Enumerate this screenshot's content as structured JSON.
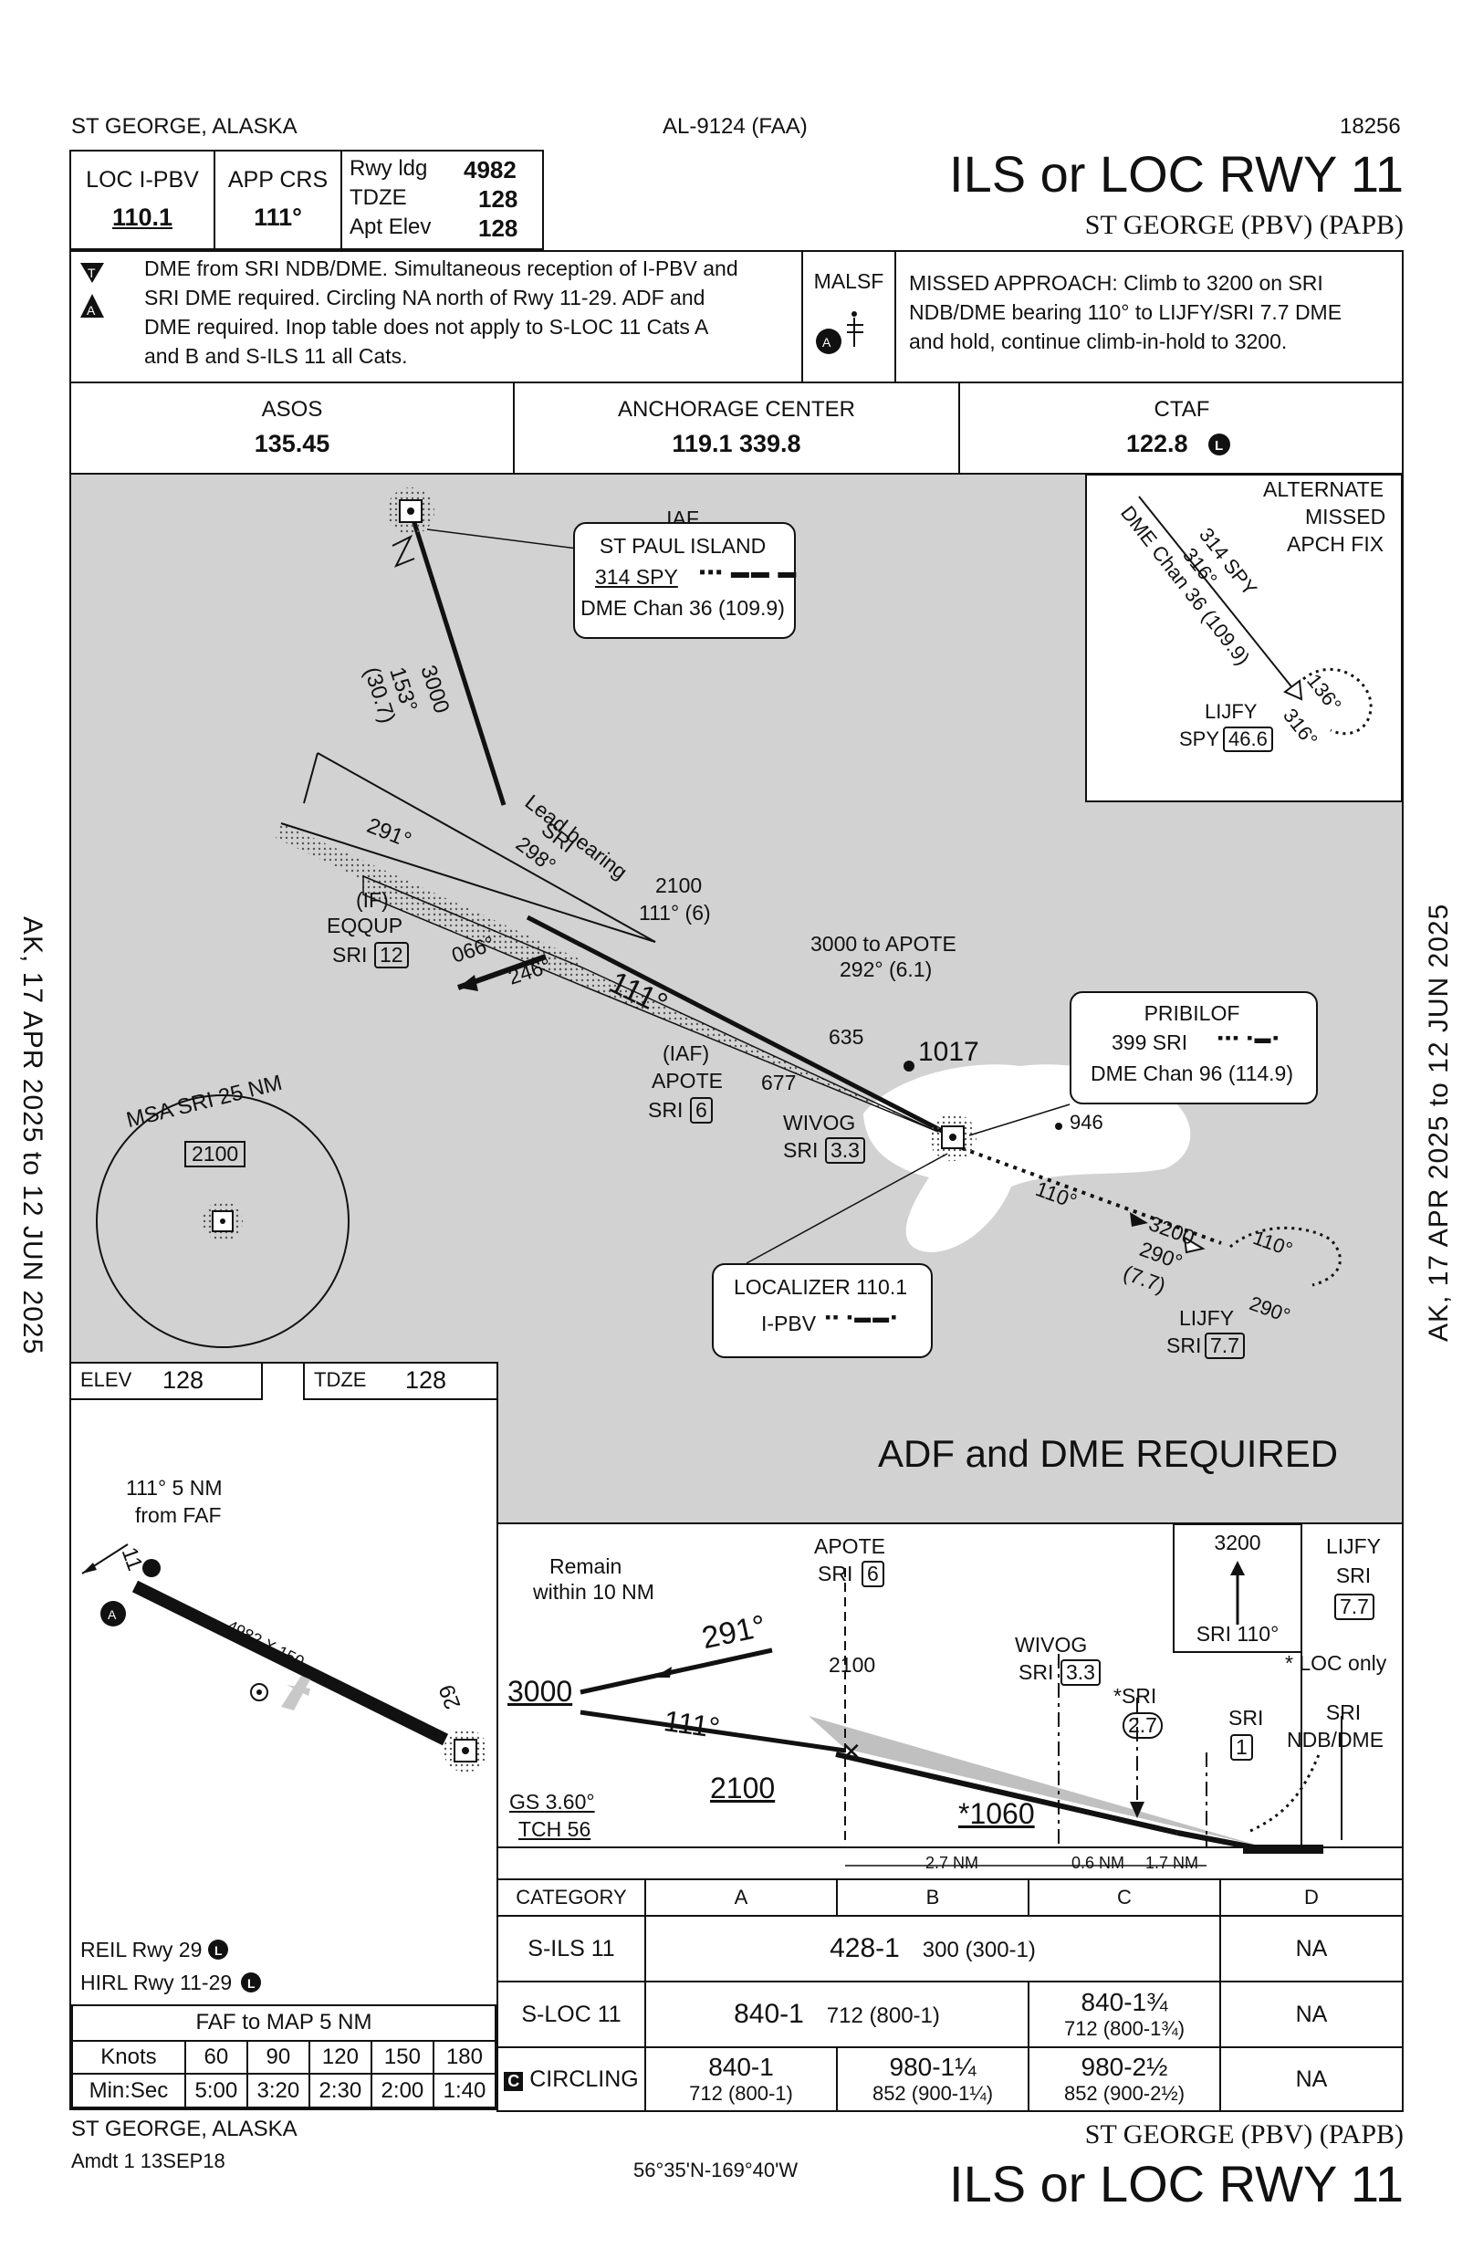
{
  "header": {
    "location": "ST GEORGE, ALASKA",
    "chart_id": "AL-9124 (FAA)",
    "cycle": "18256",
    "title": "ILS or LOC RWY 11",
    "airport_line": "ST GEORGE (PBV) (PAPB)"
  },
  "briefing": {
    "loc_label": "LOC  I-PBV",
    "loc_freq": "110.1",
    "app_crs_label": "APP CRS",
    "app_crs": "111°",
    "rwy_ldg_label": "Rwy ldg",
    "rwy_ldg": "4982",
    "tdze_label": "TDZE",
    "tdze": "128",
    "apt_elev_label": "Apt Elev",
    "apt_elev": "128",
    "notes_line1": "DME from SRI NDB/DME. Simultaneous reception of I-PBV and",
    "notes_line2": "SRI DME required.  Circling NA north of Rwy 11-29.  ADF and",
    "notes_line3": "DME required.  Inop table does not apply to S-LOC 11 Cats A",
    "notes_line4": "and B and S-ILS 11 all Cats.",
    "lighting": "MALSF",
    "missed_line1": "MISSED APPROACH:  Climb to 3200 on SRI",
    "missed_line2": "NDB/DME bearing 110° to LIJFY/SRI 7.7 DME",
    "missed_line3": "and hold, continue climb-in-hold to 3200."
  },
  "comms": {
    "asos_label": "ASOS",
    "asos": "135.45",
    "center_label": "ANCHORAGE CENTER",
    "center": "119.1   339.8",
    "ctaf_label": "CTAF",
    "ctaf": "122.8"
  },
  "plan_view": {
    "iaf_label": "IAF",
    "spy_name": "ST PAUL ISLAND",
    "spy_freq": "314 SPY",
    "spy_dme": "DME Chan 36 (109.9)",
    "route_alt": "3000",
    "route_crs": "153°",
    "route_dist": "(30.7)",
    "lead_bearing": "Lead bearing",
    "lead_sri": "SRI",
    "lead_deg": "298°",
    "proc_turn_out": "291°",
    "proc_turn_in1": "066°",
    "proc_turn_in2": "246°",
    "if_label": "(IF)",
    "eqqup": "EQQUP",
    "eqqup_sri": "SRI",
    "eqqup_dme": "12",
    "seg_alt": "2100",
    "seg_crs": "111° (6)",
    "final_crs": "111°",
    "iaf2_label": "(IAF)",
    "apote": "APOTE",
    "apote_sri": "SRI",
    "apote_dme": "6",
    "apote_route1": "3000 to APOTE",
    "apote_route2": "292° (6.1)",
    "obst_635": "635",
    "obst_677": "677",
    "obst_1017": "1017",
    "obst_946": "946",
    "wivog": "WIVOG",
    "wivog_sri": "SRI",
    "wivog_dme": "3.3",
    "pribilof": "PRIBILOF",
    "pribilof_freq": "399  SRI",
    "pribilof_dme": "DME Chan 96 (114.9)",
    "ma_crs": "110°",
    "hold_alt": "3200",
    "hold_crs": "290°",
    "hold_dist": "(7.7)",
    "hold_in": "110°",
    "hold_out": "290°",
    "lijfy": "LIJFY",
    "lijfy_sri": "SRI",
    "lijfy_dme": "7.7",
    "localizer_label": "LOCALIZER  110.1",
    "localizer_id": "I-PBV",
    "msa_label": "MSA SRI 25 NM",
    "msa_alt": "2100",
    "required": "ADF and DME REQUIRED",
    "alt_missed1": "ALTERNATE",
    "alt_missed2": "MISSED",
    "alt_missed3": "APCH FIX",
    "alt_spy": "314 SPY",
    "alt_crs1": "316°",
    "alt_dme": "DME Chan 36 (109.9)",
    "alt_hold1": "136°",
    "alt_hold2": "316°",
    "alt_lijfy": "LIJFY",
    "alt_lijfy_spy": "SPY",
    "alt_lijfy_dme": "46.6"
  },
  "airport_diagram": {
    "elev_label": "ELEV",
    "elev": "128",
    "tdze_label": "TDZE",
    "tdze": "128",
    "note_111": "111° 5 NM",
    "note_faf": "from FAF",
    "rwy_11": "11",
    "rwy_29": "29",
    "rwy_dims": "4982 X 150",
    "reil": "REIL Rwy 29",
    "hirl": "HIRL Rwy 11-29"
  },
  "timing": {
    "title": "FAF to MAP  5 NM",
    "knots_label": "Knots",
    "time_label": "Min:Sec",
    "knots": [
      "60",
      "90",
      "120",
      "150",
      "180"
    ],
    "times": [
      "5:00",
      "3:20",
      "2:30",
      "2:00",
      "1:40"
    ]
  },
  "profile": {
    "remain1": "Remain",
    "remain2": "within 10 NM",
    "apote": "APOTE",
    "apote_sri": "SRI",
    "apote_dme": "6",
    "pt_crs": "291°",
    "pt_alt": "3000",
    "inbound": "111°",
    "glide_alt": "2100",
    "faf_alt": "2100",
    "wivog": "WIVOG",
    "wivog_sri": "SRI",
    "wivog_dme": "3.3",
    "sd_sri": "*SRI",
    "sd_dme": "2.7",
    "sd_alt": "*1060",
    "ma_sri": "SRI",
    "ma_dme": "1",
    "ndb": "SRI",
    "ndb2": "NDB/DME",
    "gs": "GS 3.60°",
    "tch": "TCH 56",
    "seg1": "2.7 NM",
    "seg2": "0.6 NM",
    "seg3": "1.7 NM",
    "ma_alt": "3200",
    "ma_sri110": "SRI 110°",
    "lijfy": "LIJFY",
    "lijfy_sri": "SRI",
    "lijfy_dme": "7.7",
    "loc_only": "* LOC only"
  },
  "minimums": {
    "category_label": "CATEGORY",
    "cats": [
      "A",
      "B",
      "C",
      "D"
    ],
    "rows": [
      {
        "name": "S-ILS 11",
        "abc_main": "428-1",
        "abc_sub": "300 (300-1)",
        "d": "NA"
      },
      {
        "name": "S-LOC 11",
        "ab_main": "840-1",
        "ab_sub": "712 (800-1)",
        "c_main": "840-1¾",
        "c_sub": "712 (800-1¾)",
        "d": "NA"
      },
      {
        "name": "CIRCLING",
        "a_main": "840-1",
        "a_sub": "712 (800-1)",
        "b_main": "980-1¼",
        "b_sub": "852 (900-1¼)",
        "c_main": "980-2½",
        "c_sub": "852 (900-2½)",
        "d": "NA"
      }
    ]
  },
  "footer": {
    "location": "ST GEORGE, ALASKA",
    "amendment": "Amdt 1  13SEP18",
    "coords": "56°35'N-169°40'W",
    "airport_line": "ST GEORGE (PBV) (PAPB)",
    "title": "ILS or LOC RWY 11"
  },
  "side_text": {
    "left": "AK,  17 APR 2025  to  12 JUN 2025",
    "right": "AK,  17 APR 2025  to  12 JUN 2025"
  }
}
